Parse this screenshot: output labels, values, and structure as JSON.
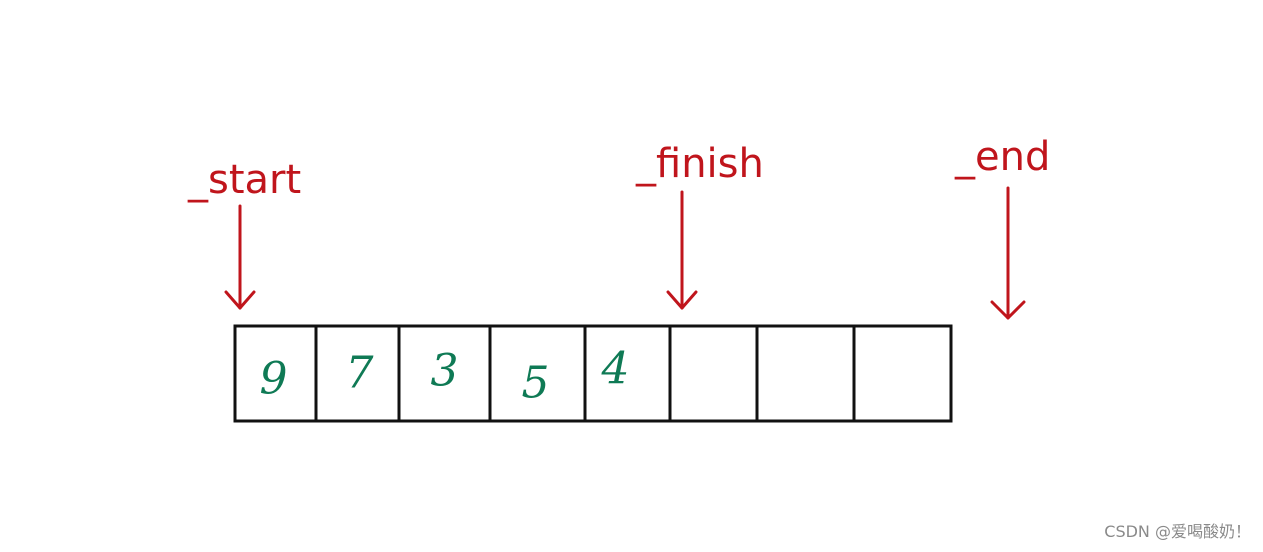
{
  "labels": {
    "start": "_start",
    "finish": "_finish",
    "end": "_end"
  },
  "cells": [
    "9",
    "7",
    "3",
    "5",
    "4",
    "",
    "",
    ""
  ],
  "watermark": "CSDN @爱喝酸奶！",
  "colors": {
    "pointer": "#c0151c",
    "values": "#0f7a55",
    "grid": "#111111"
  }
}
